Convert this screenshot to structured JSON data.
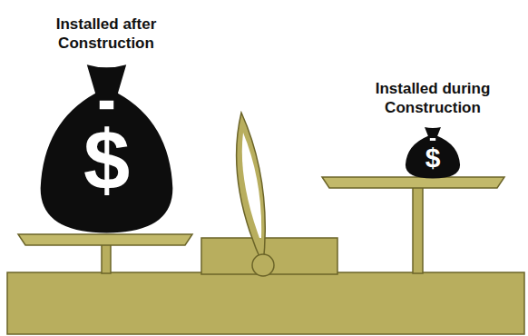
{
  "diagram": {
    "nodes": [
      {
        "text": [
          "Installed after Construction",
          "$"
        ]
      },
      {
        "text": [
          "Installed during Construction",
          "$"
        ]
      }
    ]
  }
}
